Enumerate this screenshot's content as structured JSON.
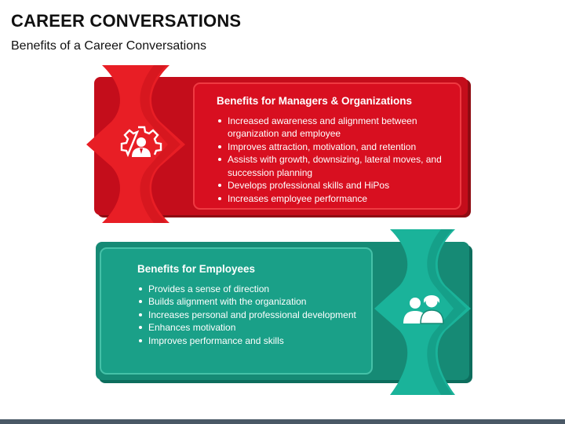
{
  "header": {
    "title": "CAREER CONVERSATIONS",
    "subtitle": "Benefits of a Career Conversations"
  },
  "managers_panel": {
    "title": "Benefits for Managers & Organizations",
    "items": [
      "Increased awareness and alignment between organization and employee",
      "Improves attraction, motivation, and retention",
      "Assists with growth, downsizing, lateral moves, and succession planning",
      "Develops professional skills and HiPos",
      "Increases employee performance"
    ],
    "icon": "gear-user-icon",
    "color": "#d50f1d"
  },
  "employees_panel": {
    "title": "Benefits for Employees",
    "items": [
      "Provides a sense of direction",
      "Builds alignment with the organization",
      "Increases personal and professional development",
      "Enhances motivation",
      "Improves performance and skills"
    ],
    "icon": "two-users-icon",
    "color": "#14937d"
  }
}
